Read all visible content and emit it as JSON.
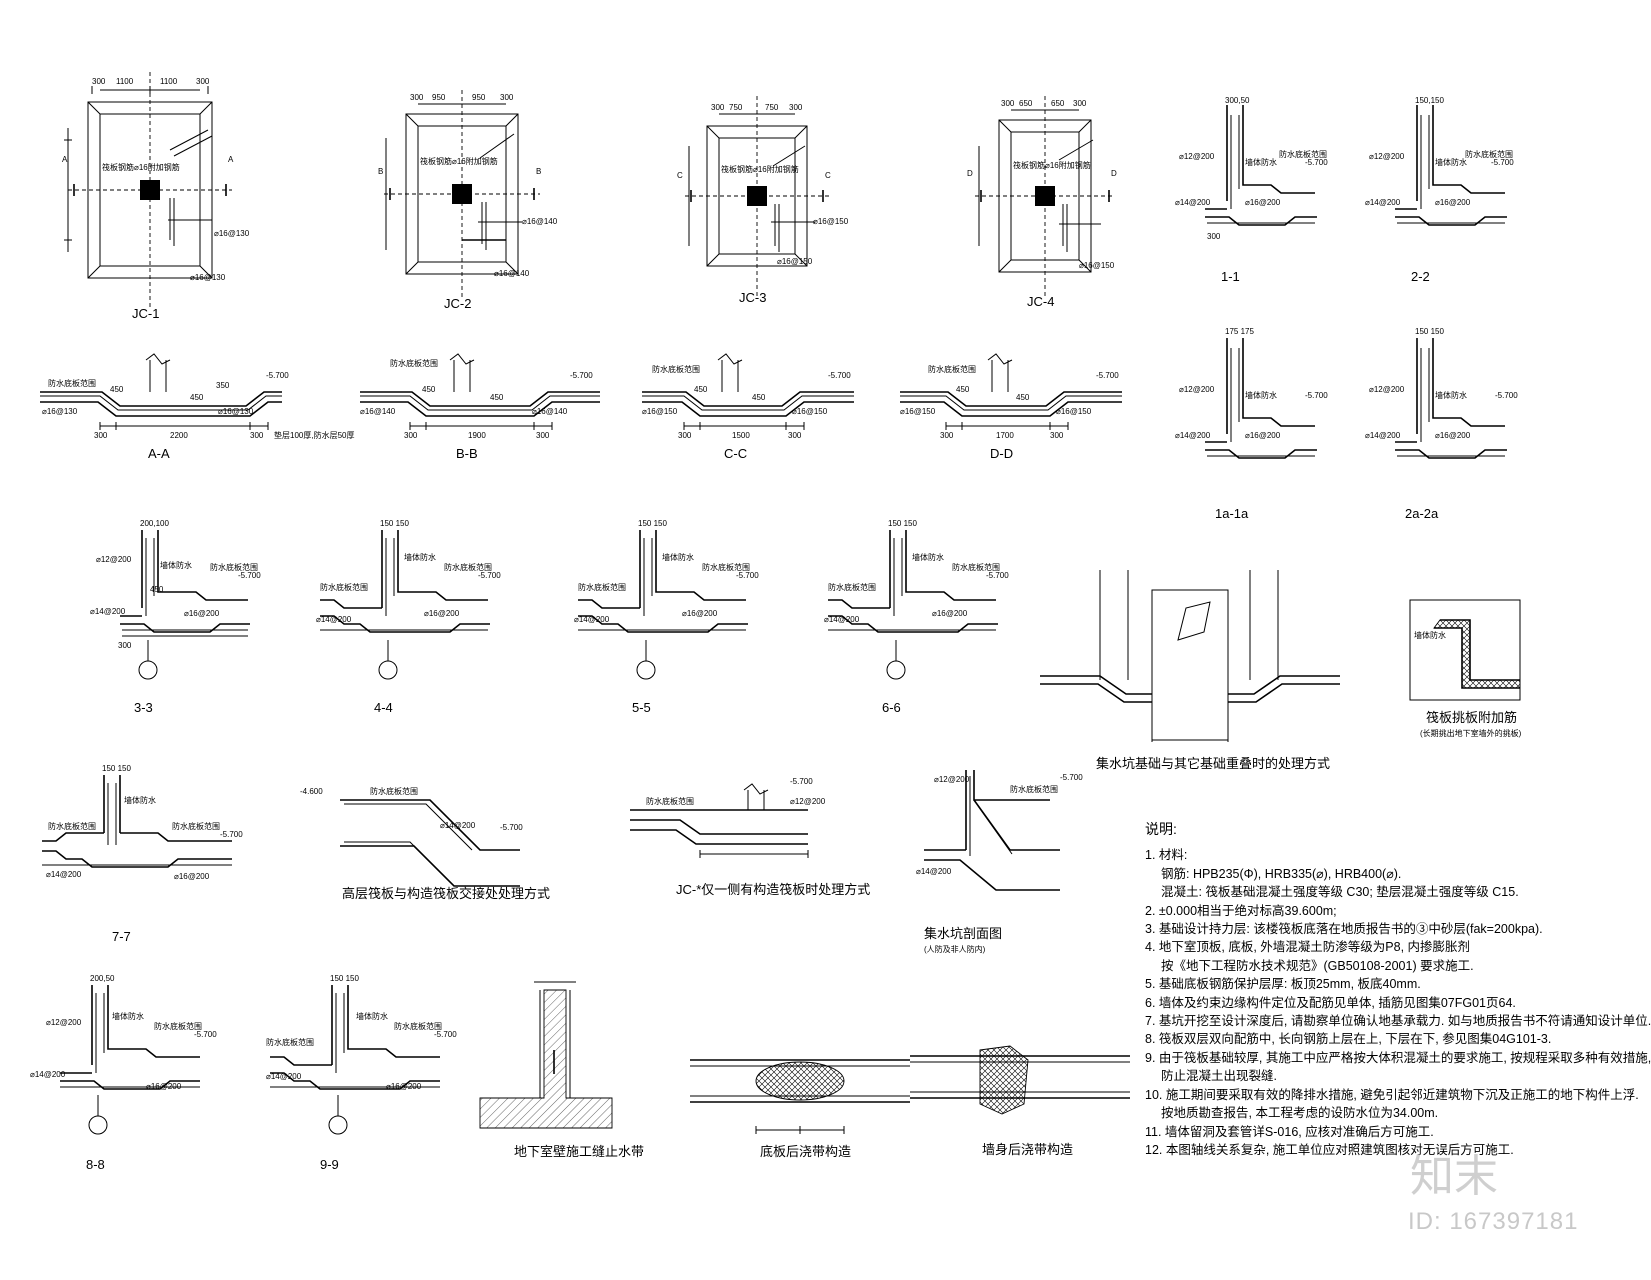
{
  "plans": [
    {
      "caption": "JC-1",
      "sec": "A",
      "d1": "300",
      "d2": "1100",
      "d3": "1100",
      "d4": "300",
      "bar": "⌀16@130",
      "note": "筏板钢筋⌀16附加钢筋"
    },
    {
      "caption": "JC-2",
      "sec": "B",
      "d1": "300",
      "d2": "950",
      "d3": "950",
      "d4": "300",
      "bar": "⌀16@140",
      "note": "筏板钢筋⌀16附加钢筋"
    },
    {
      "caption": "JC-3",
      "sec": "C",
      "d1": "300",
      "d2": "750",
      "d3": "750",
      "d4": "300",
      "bar": "⌀16@150",
      "note": "筏板钢筋⌀16附加钢筋"
    },
    {
      "caption": "JC-4",
      "sec": "D",
      "d1": "300",
      "d2": "650",
      "d3": "650",
      "d4": "300",
      "bar": "⌀16@150",
      "note": "筏板钢筋⌀16附加钢筋"
    }
  ],
  "sections": [
    {
      "caption": "A-A",
      "bar": "⌀16@130",
      "w": "2200"
    },
    {
      "caption": "B-B",
      "bar": "⌀16@140",
      "w": "1900"
    },
    {
      "caption": "C-C",
      "bar": "⌀16@150",
      "w": "1500"
    },
    {
      "caption": "D-D",
      "bar": "⌀16@150",
      "w": "1700"
    }
  ],
  "common": {
    "elev": "-5.700",
    "fw": "防水底板范围",
    "d300": "300",
    "d450": "450",
    "d350": "350",
    "top_bar": "⌀12@200",
    "bot_bar": "⌀14@200",
    "bot_bar2": "⌀16@200",
    "aa_note": "垫层100厚,防水层50厚",
    "wall": "墙体防水"
  },
  "small_sections": [
    {
      "caption": "1-1",
      "top": "300,50"
    },
    {
      "caption": "2-2",
      "top": "150,150"
    },
    {
      "caption": "1a-1a",
      "top": "175 175"
    },
    {
      "caption": "2a-2a",
      "top": "150 150"
    },
    {
      "caption": "3-3",
      "top": "200,100"
    },
    {
      "caption": "4-4",
      "top": "150 150"
    },
    {
      "caption": "5-5",
      "top": "150 150"
    },
    {
      "caption": "6-6",
      "top": "150 150"
    },
    {
      "caption": "7-7",
      "top": "150 150"
    },
    {
      "caption": "8-8",
      "top": "200,50"
    },
    {
      "caption": "9-9",
      "top": "150 150"
    }
  ],
  "details": {
    "pit_overlap": "集水坑基础与其它基础重叠时的处理方式",
    "raft_edge": "筏板挑板附加筋",
    "raft_edge_note": "(长期挑出地下室墙外的挑板)",
    "high_low": "高层筏板与构造筏板交接处处理方式",
    "high_low_elev": "-4.600",
    "jc_only": "JC-*仅一侧有构造筏板时处理方式",
    "pit_sec": "集水坑剖面图",
    "pit_sec_note": "(人防及非人防内)",
    "waterstop": "地下室壁施工缝止水带",
    "slab_joint": "底板后浇带构造",
    "wall_joint": "墙身后浇带构造"
  },
  "notes_title": "说明:",
  "notes": [
    {
      "t": "1. 材料:",
      "i": false
    },
    {
      "t": "钢筋:   HPB235(Φ), HRB335(⌀), HRB400(⌀).",
      "i": true
    },
    {
      "t": "混凝土:   筏板基础混凝土强度等级 C30; 垫层混凝土强度等级 C15.",
      "i": true
    },
    {
      "t": "2. ±0.000相当于绝对标高39.600m;",
      "i": false
    },
    {
      "t": "3. 基础设计持力层: 该楼筏板底落在地质报告书的③中砂层(fak=200kpa).",
      "i": false
    },
    {
      "t": "4. 地下室顶板, 底板, 外墙混凝土防渗等级为P8, 内掺膨胀剂",
      "i": false
    },
    {
      "t": "按《地下工程防水技术规范》(GB50108-2001) 要求施工.",
      "i": true
    },
    {
      "t": "5. 基础底板钢筋保护层厚: 板顶25mm, 板底40mm.",
      "i": false
    },
    {
      "t": "6. 墙体及约束边缘构件定位及配筋见单体, 插筋见图集07FG01页64.",
      "i": false
    },
    {
      "t": "7. 基坑开挖至设计深度后, 请勘察单位确认地基承载力. 如与地质报告书不符请通知设计单位.",
      "i": false
    },
    {
      "t": "8. 筏板双层双向配筋中, 长向钢筋上层在上, 下层在下, 参见图集04G101-3.",
      "i": false
    },
    {
      "t": "9. 由于筏板基础较厚, 其施工中应严格按大体积混凝土的要求施工, 按规程采取多种有效措施,",
      "i": false
    },
    {
      "t": "防止混凝土出现裂缝.",
      "i": true
    },
    {
      "t": "10. 施工期间要采取有效的降排水措施, 避免引起邻近建筑物下沉及正施工的地下构件上浮.",
      "i": false
    },
    {
      "t": "按地质勘查报告, 本工程考虑的设防水位为34.00m.",
      "i": true
    },
    {
      "t": "11. 墙体留洞及套管详S-016, 应核对准确后方可施工.",
      "i": false
    },
    {
      "t": "12. 本图轴线关系复杂, 施工单位应对照建筑图核对无误后方可施工.",
      "i": false
    }
  ],
  "watermark": "知末",
  "watermark_id": "ID: 167397181"
}
